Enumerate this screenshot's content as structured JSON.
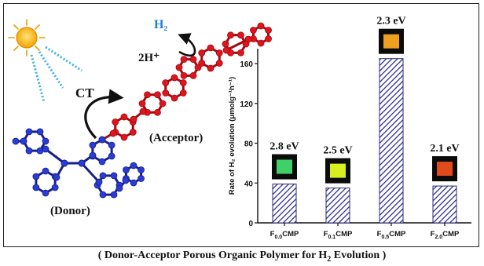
{
  "scheme": {
    "light_label": "",
    "ct_label": "CT",
    "h2_label": "H₂",
    "proton_label": "2H⁺",
    "donor_label": "(Donor)",
    "acceptor_label": "(Acceptor)",
    "donor_color": "#2b3bd6",
    "acceptor_color": "#e0141c",
    "h2_color": "#1a7fd6"
  },
  "caption": {
    "prefix": "( Donor-Acceptor Porous Organic Polymer for H",
    "sub": "2",
    "suffix": " Evolution )"
  },
  "chart_data": {
    "type": "bar",
    "categories": [
      {
        "base": "F",
        "sub": "0.0",
        "rest": "CMP"
      },
      {
        "base": "F",
        "sub": "0.1",
        "rest": "CMP"
      },
      {
        "base": "F",
        "sub": "0.5",
        "rest": "CMP"
      },
      {
        "base": "F",
        "sub": "2.0",
        "rest": "CMP"
      }
    ],
    "values": [
      39,
      35,
      165,
      37
    ],
    "bandgaps": [
      "2.8 eV",
      "2.5 eV",
      "2.3 eV",
      "2.1 eV"
    ],
    "swatch_colors": [
      "#3fd06a",
      "#d8f020",
      "#f0a020",
      "#e04a1c"
    ],
    "ylabel": "Rate of H₂ evolution (μmolg⁻¹h⁻¹)",
    "ylim": [
      0,
      175
    ],
    "yticks": [
      0,
      40,
      80,
      120,
      160
    ],
    "bar_color": "#3a3aa0",
    "hatch": true,
    "grid": false
  }
}
